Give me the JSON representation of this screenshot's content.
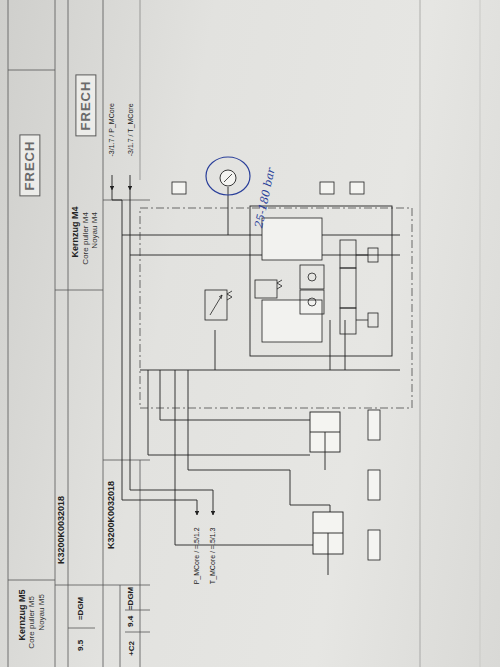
{
  "diagram": {
    "nodes": [
      {
        "text": [
          "FRECH"
        ]
      },
      {
        "text": [
          "FRECH"
        ]
      }
    ],
    "labels": [
      "Kernzug M4",
      "Core puller M4",
      "Noyau M4",
      "Kernzug M5",
      "Core puller M5",
      "Noyau M5",
      "K3200K0032018",
      "K3200K0032018",
      "=DGM",
      "9.4",
      "+C2",
      "=DGM",
      "9.5",
      "-3/1.7 / P_MCore",
      "-3/1.7 / T_MCore",
      "P_MCore / =.5/1.2",
      "T_MCore / =.5/1.3",
      "25-180 bar"
    ]
  }
}
